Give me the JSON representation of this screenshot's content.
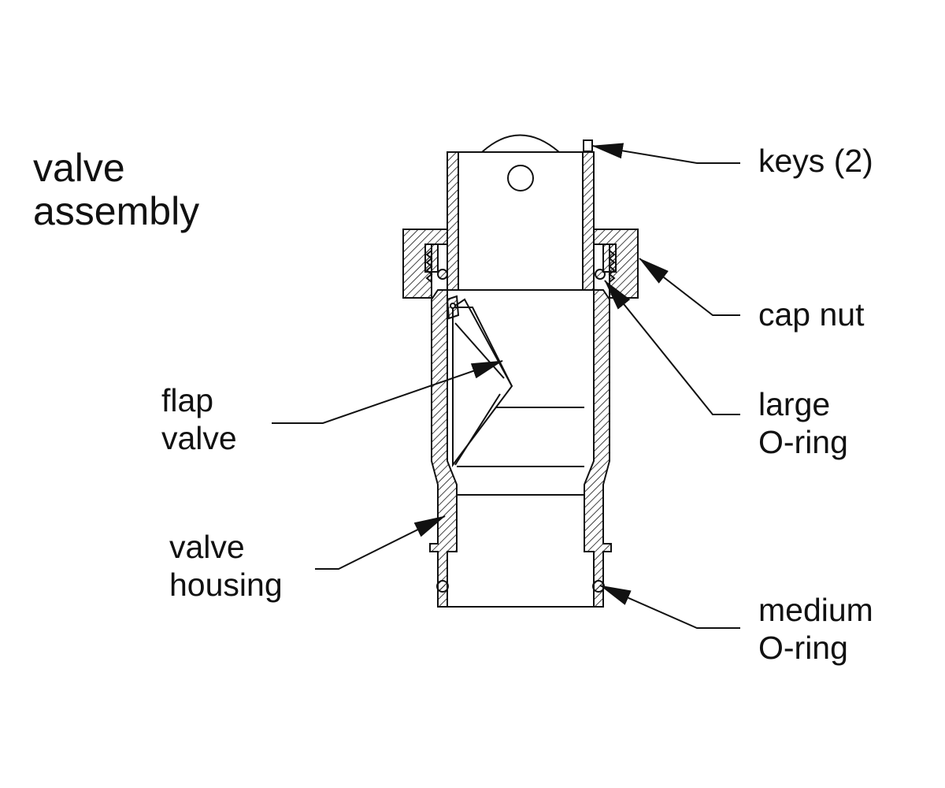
{
  "title": {
    "line1": "valve",
    "line2": "assembly"
  },
  "labels": {
    "keys": "keys (2)",
    "cap_nut": "cap nut",
    "large_oring": {
      "line1": "large",
      "line2": "O-ring"
    },
    "flap_valve": {
      "line1": "flap",
      "line2": "valve"
    },
    "valve_housing": {
      "line1": "valve",
      "line2": "housing"
    },
    "medium_oring": {
      "line1": "medium",
      "line2": "O-ring"
    }
  },
  "colors": {
    "line": "#111111",
    "background": "#ffffff"
  }
}
